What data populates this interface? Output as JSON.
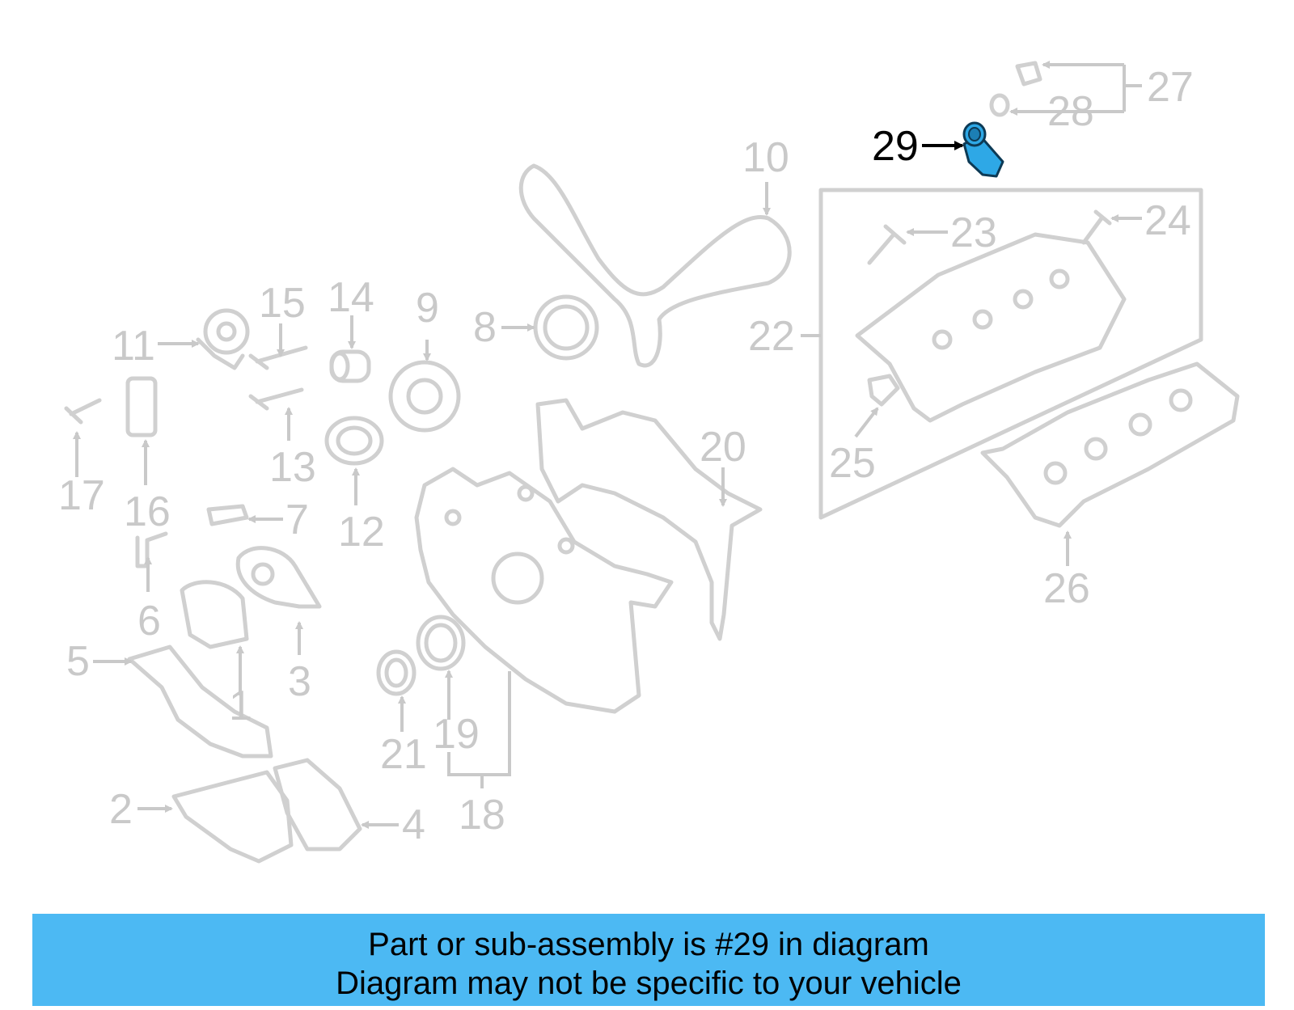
{
  "colors": {
    "banner_background": "#4cb9f3",
    "highlight_part": "#2ea8e6",
    "faded_parts": "#d0d0d0"
  },
  "diagram": {
    "highlighted_label": "29",
    "labels": [
      "1",
      "2",
      "3",
      "4",
      "5",
      "6",
      "7",
      "8",
      "9",
      "10",
      "11",
      "12",
      "13",
      "14",
      "15",
      "16",
      "17",
      "18",
      "19",
      "20",
      "21",
      "22",
      "23",
      "24",
      "25",
      "26",
      "27",
      "28"
    ]
  },
  "banner": {
    "line1": "Part or sub-assembly is #29 in diagram",
    "line2": "Diagram may not be specific to your vehicle"
  }
}
